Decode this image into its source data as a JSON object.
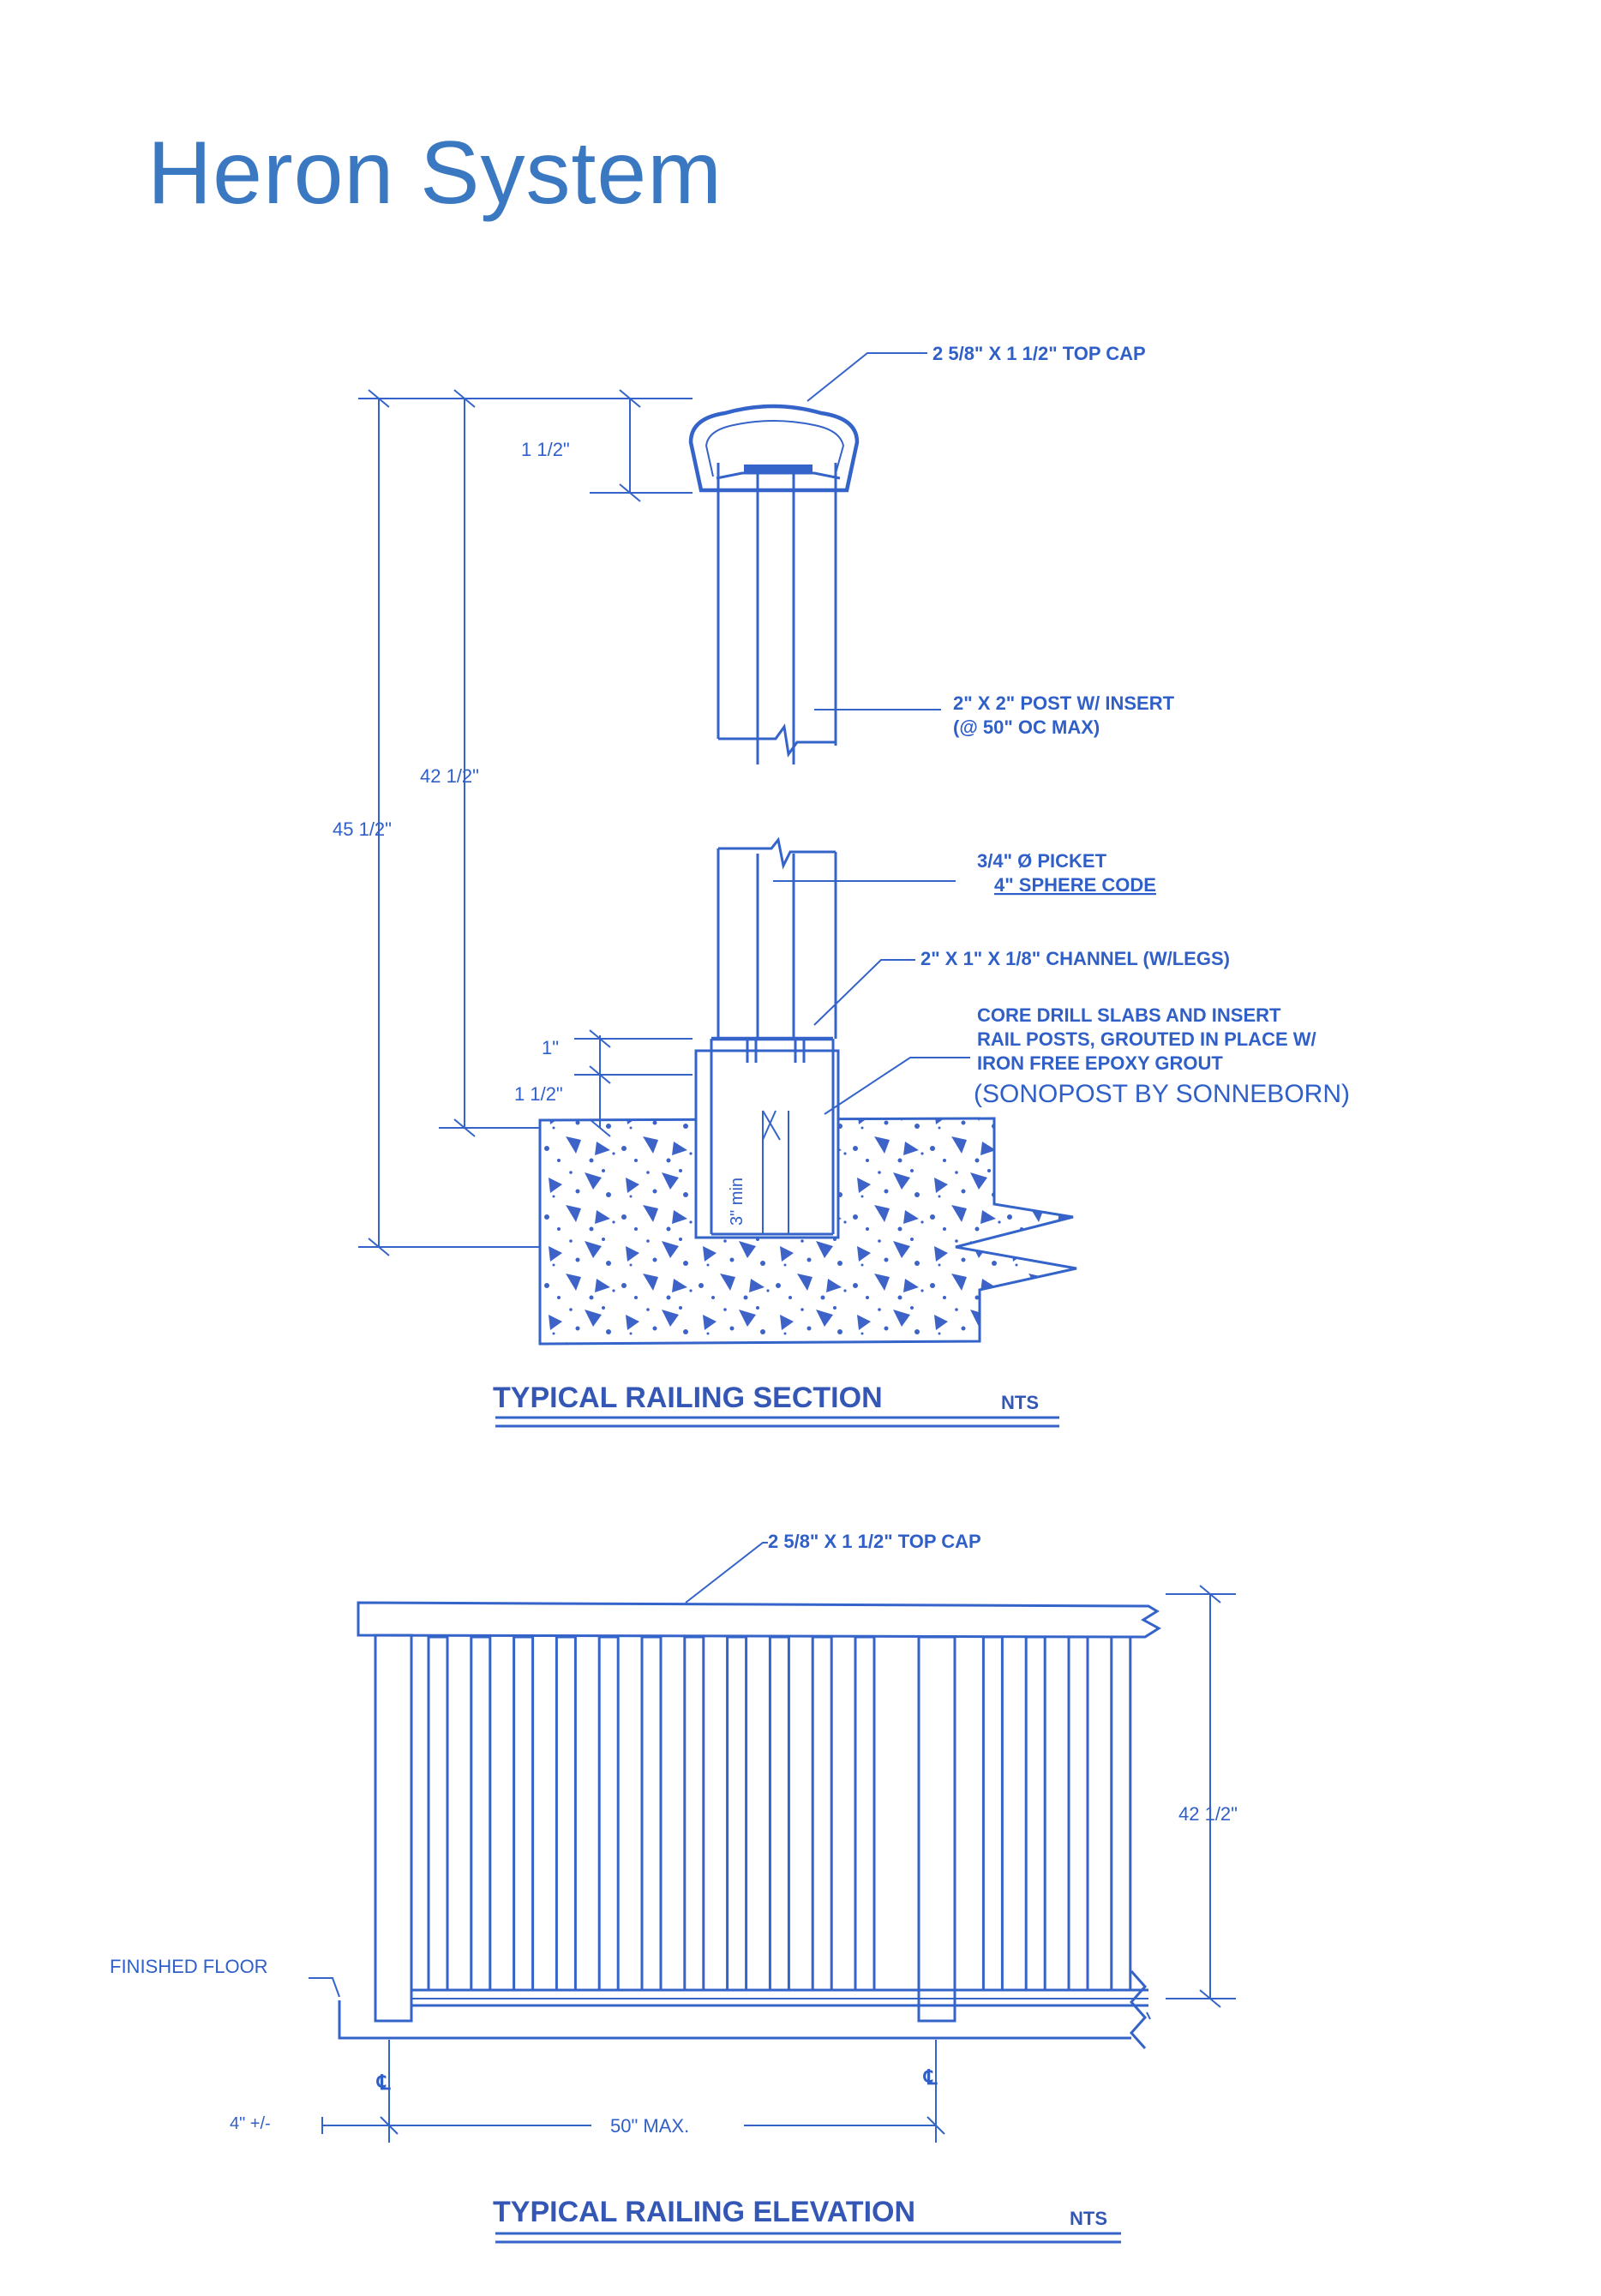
{
  "page": {
    "title": "Heron System"
  },
  "section": {
    "title": "TYPICAL RAILING SECTION",
    "title_suffix": "NTS",
    "top_cap": "2 5/8\" X 1 1/2\" TOP CAP",
    "post_line1": "2\" X 2\" POST W/ INSERT",
    "post_line2": "(@ 50\" OC MAX)",
    "picket_line1": "3/4\" Ø PICKET",
    "picket_line2": "4\" SPHERE CODE",
    "channel": "2\" X 1\" X 1/8\" CHANNEL (W/LEGS)",
    "core_line1": "CORE DRILL SLABS AND INSERT",
    "core_line2": "RAIL POSTS, GROUTED IN PLACE W/",
    "core_line3": "IRON FREE EPOXY GROUT",
    "core_line4": "(SONOPOST BY SONNEBORN)",
    "dim_cap": "1 1/2\"",
    "dim_rail": "42 1/2\"",
    "dim_total": "45 1/2\"",
    "dim_channel": "1\"",
    "dim_base": "1 1/2\"",
    "dim_embed": "3\" min"
  },
  "elevation": {
    "title": "TYPICAL RAILING ELEVATION",
    "title_suffix": "NTS",
    "top_cap": "2 5/8\" X 1 1/2\" TOP CAP",
    "floor": "FINISHED FLOOR",
    "dim_height": "42 1/2\"",
    "dim_offset": "4\" +/-",
    "dim_span": "50\" MAX.",
    "centerline_mark": "℄"
  }
}
